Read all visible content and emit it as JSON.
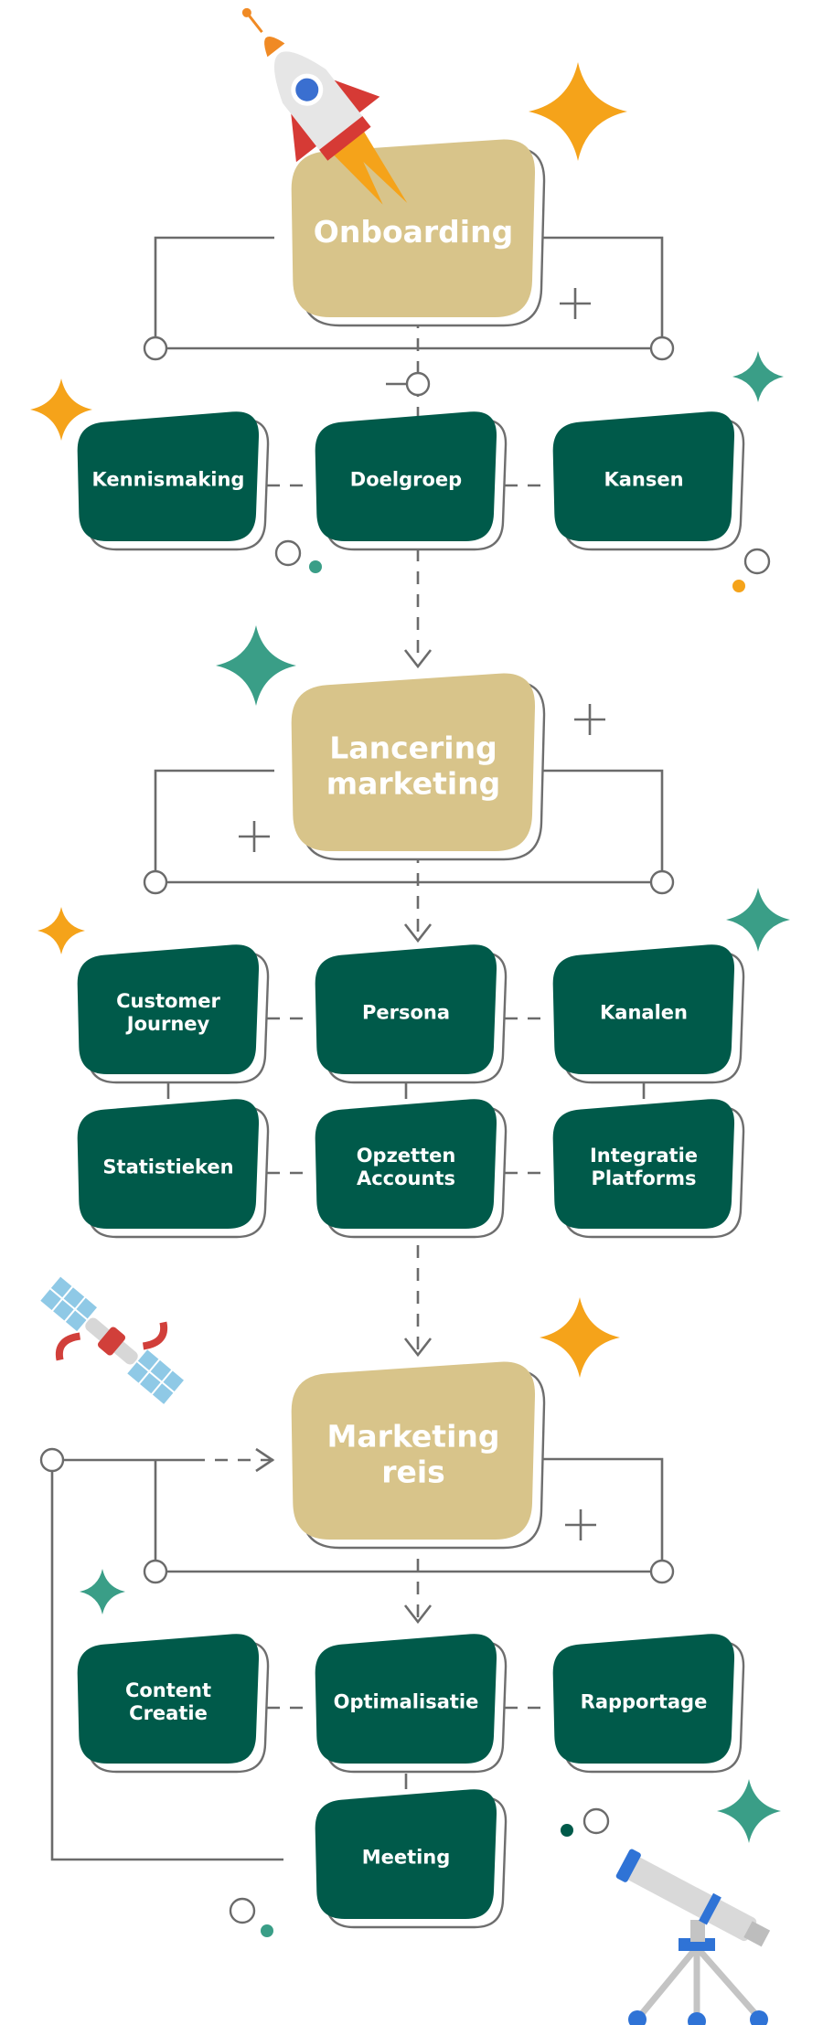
{
  "colors": {
    "primary_box": "#d8c48a",
    "secondary_box": "#005a4a",
    "line": "#6b6b6b",
    "star_orange": "#f5a31a",
    "star_teal": "#3a9e87"
  },
  "sections": [
    {
      "title": "Onboarding",
      "children": [
        "Kennismaking",
        "Doelgroep",
        "Kansen"
      ]
    },
    {
      "title": "Lancering marketing",
      "children": [
        "Customer Journey",
        "Persona",
        "Kanalen",
        "Statistieken",
        "Opzetten Accounts",
        "Integratie Platforms"
      ]
    },
    {
      "title": "Marketing reis",
      "children": [
        "Content Creatie",
        "Optimalisatie",
        "Rapportage",
        "Meeting"
      ]
    }
  ],
  "illustrations": [
    "rocket-icon",
    "satellite-icon",
    "telescope-icon"
  ]
}
